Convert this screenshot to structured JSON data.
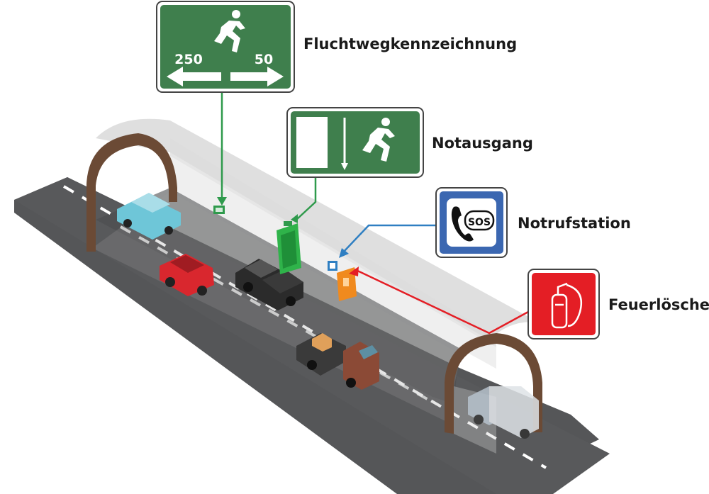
{
  "labels": {
    "escape_route": "Fluchtwegkennzeichnung",
    "emergency_exit": "Notausgang",
    "emergency_call": "Notrufstation",
    "fire_extinguisher": "Feuerlöscher"
  },
  "escape_sign": {
    "left_distance": "250",
    "right_distance": "50"
  },
  "sos_text": "SOS",
  "colors": {
    "sign_green": "#3f7f4d",
    "connector_green": "#2f9a4c",
    "sos_blue": "#3b67b1",
    "connector_blue": "#2f7fc2",
    "fire_red": "#e41e25",
    "road": "#555658",
    "tunnel_wall": "#e8e8e8",
    "tunnel_rib": "#6b4a35"
  },
  "icons": {
    "escape_sign": "running-person-icon",
    "exit_sign": "exit-door-icon",
    "sos_sign": "telephone-sos-icon",
    "fire_sign": "fire-extinguisher-icon"
  }
}
